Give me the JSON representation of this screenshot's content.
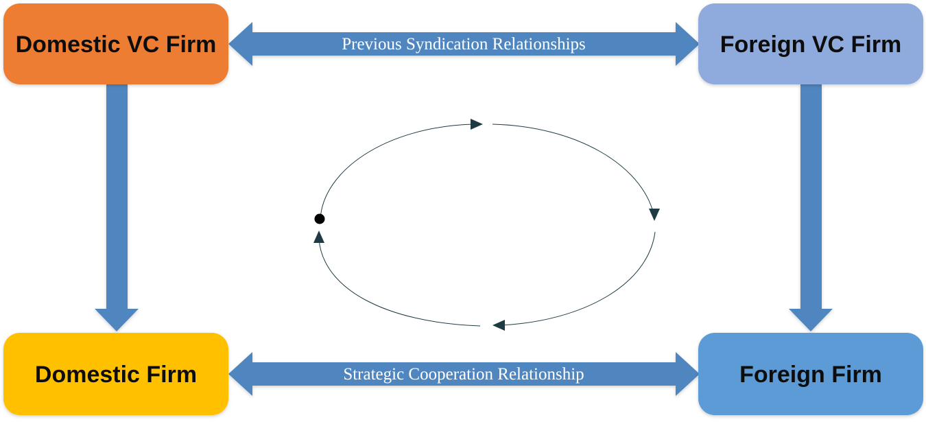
{
  "nodes": {
    "domestic_vc": {
      "label": "Domestic VC Firm",
      "color": "#ed7d31"
    },
    "foreign_vc": {
      "label": "Foreign VC Firm",
      "color": "#8faadc"
    },
    "domestic_firm": {
      "label": "Domestic Firm",
      "color": "#ffc000"
    },
    "foreign_firm": {
      "label": "Foreign Firm",
      "color": "#5b9bd5"
    }
  },
  "edges": {
    "top": {
      "label": "Previous Syndication Relationships",
      "direction": "bidirectional"
    },
    "bottom": {
      "label": "Strategic Cooperation Relationship",
      "direction": "bidirectional"
    },
    "left": {
      "direction": "down"
    },
    "right": {
      "direction": "down"
    }
  },
  "cycle": {
    "direction": "clockwise"
  },
  "colors": {
    "arrow": "#4f86c0",
    "cycle": "#1e3a44"
  }
}
